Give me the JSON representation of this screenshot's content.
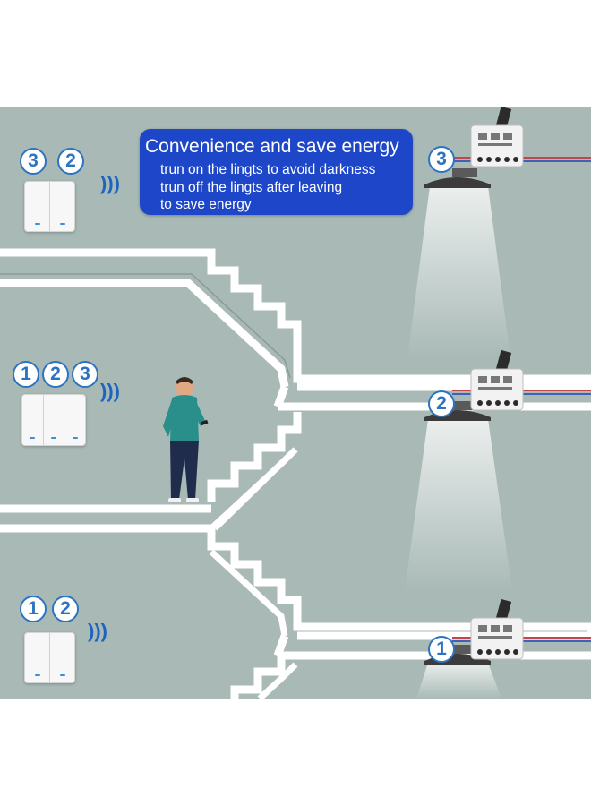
{
  "info_box": {
    "title": "Convenience and save energy",
    "lines": [
      "trun on the lingts to  avoid darkness",
      "trun off the lingts after leaving",
      "to save energy"
    ]
  },
  "switches": [
    {
      "name": "top-switch",
      "badges": [
        "3",
        "2"
      ],
      "gangs": 2
    },
    {
      "name": "middle-switch",
      "badges": [
        "1",
        "2",
        "3"
      ],
      "gangs": 3
    },
    {
      "name": "bottom-switch",
      "badges": [
        "1",
        "2"
      ],
      "gangs": 2
    }
  ],
  "lights": [
    {
      "name": "light-3",
      "badge": "3"
    },
    {
      "name": "light-2",
      "badge": "2"
    },
    {
      "name": "light-1",
      "badge": "1"
    }
  ],
  "colors": {
    "wall": "#a9bab6",
    "info_box": "#1d47c8",
    "badge_blue": "#2c73c0",
    "signal": "#1d63c0"
  }
}
